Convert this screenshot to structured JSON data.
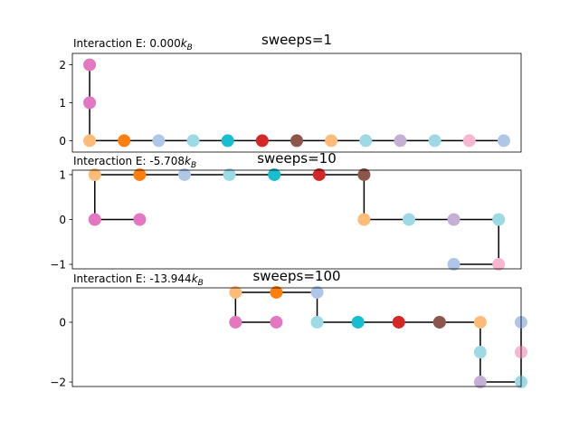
{
  "chart_data": [
    {
      "type": "scatter",
      "title": "sweeps=1",
      "energy_label": "Interaction E: 0.000",
      "energy_unit_base": "k",
      "energy_unit_sub": "B",
      "xlim": [
        -0.5,
        12.5
      ],
      "ylim": [
        -0.3,
        2.3
      ],
      "yticks": [
        "0",
        "1",
        "2"
      ],
      "ytick_values": [
        0,
        1,
        2
      ],
      "points": [
        {
          "x": 0,
          "y": 2,
          "color": "#e377c2"
        },
        {
          "x": 0,
          "y": 1,
          "color": "#e377c2"
        },
        {
          "x": 0,
          "y": 0,
          "color": "#ffbb78"
        },
        {
          "x": 1,
          "y": 0,
          "color": "#ff7f0e"
        },
        {
          "x": 2,
          "y": 0,
          "color": "#aec7e8"
        },
        {
          "x": 3,
          "y": 0,
          "color": "#9edae5"
        },
        {
          "x": 4,
          "y": 0,
          "color": "#17becf"
        },
        {
          "x": 5,
          "y": 0,
          "color": "#d62728"
        },
        {
          "x": 6,
          "y": 0,
          "color": "#8c564b"
        },
        {
          "x": 7,
          "y": 0,
          "color": "#ffbb78"
        },
        {
          "x": 8,
          "y": 0,
          "color": "#9edae5"
        },
        {
          "x": 9,
          "y": 0,
          "color": "#c5b0d5"
        },
        {
          "x": 10,
          "y": 0,
          "color": "#9edae5"
        },
        {
          "x": 11,
          "y": 0,
          "color": "#f7b6d2"
        },
        {
          "x": 12,
          "y": 0,
          "color": "#aec7e8"
        }
      ]
    },
    {
      "type": "scatter",
      "title": "sweeps=10",
      "energy_label": "Interaction E: -5.708",
      "energy_unit_base": "k",
      "energy_unit_sub": "B",
      "xlim": [
        -0.5,
        9.5
      ],
      "ylim": [
        -1.1,
        1.1
      ],
      "yticks": [
        "−1",
        "0",
        "1"
      ],
      "ytick_values": [
        -1,
        0,
        1
      ],
      "points": [
        {
          "x": 1,
          "y": 0,
          "color": "#e377c2"
        },
        {
          "x": 0,
          "y": 0,
          "color": "#e377c2"
        },
        {
          "x": 0,
          "y": 1,
          "color": "#ffbb78"
        },
        {
          "x": 1,
          "y": 1,
          "color": "#ff7f0e"
        },
        {
          "x": 2,
          "y": 1,
          "color": "#aec7e8"
        },
        {
          "x": 3,
          "y": 1,
          "color": "#9edae5"
        },
        {
          "x": 4,
          "y": 1,
          "color": "#17becf"
        },
        {
          "x": 5,
          "y": 1,
          "color": "#d62728"
        },
        {
          "x": 6,
          "y": 1,
          "color": "#8c564b"
        },
        {
          "x": 6,
          "y": 0,
          "color": "#ffbb78"
        },
        {
          "x": 7,
          "y": 0,
          "color": "#9edae5"
        },
        {
          "x": 8,
          "y": 0,
          "color": "#c5b0d5"
        },
        {
          "x": 9,
          "y": 0,
          "color": "#9edae5"
        },
        {
          "x": 9,
          "y": -1,
          "color": "#f7b6d2"
        },
        {
          "x": 8,
          "y": -1,
          "color": "#aec7e8"
        }
      ]
    },
    {
      "type": "scatter",
      "title": "sweeps=100",
      "energy_label": "Interaction E: -13.944",
      "energy_unit_base": "k",
      "energy_unit_sub": "B",
      "xlim": [
        -4.0,
        7.0
      ],
      "ylim": [
        -2.15,
        1.15
      ],
      "yticks": [
        "−2",
        "0"
      ],
      "ytick_values": [
        -2,
        0
      ],
      "points": [
        {
          "x": 1,
          "y": 0,
          "color": "#e377c2"
        },
        {
          "x": 0,
          "y": 0,
          "color": "#e377c2"
        },
        {
          "x": 0,
          "y": 1,
          "color": "#ffbb78"
        },
        {
          "x": 1,
          "y": 1,
          "color": "#ff7f0e"
        },
        {
          "x": 2,
          "y": 1,
          "color": "#aec7e8"
        },
        {
          "x": 2,
          "y": 0,
          "color": "#9edae5"
        },
        {
          "x": 3,
          "y": 0,
          "color": "#17becf"
        },
        {
          "x": 4,
          "y": 0,
          "color": "#d62728"
        },
        {
          "x": 5,
          "y": 0,
          "color": "#8c564b"
        },
        {
          "x": 6,
          "y": 0,
          "color": "#ffbb78"
        },
        {
          "x": 6,
          "y": -1,
          "color": "#9edae5"
        },
        {
          "x": 6,
          "y": -2,
          "color": "#c5b0d5"
        },
        {
          "x": 7,
          "y": -2,
          "color": "#9edae5"
        },
        {
          "x": 7,
          "y": -1,
          "color": "#f7b6d2"
        },
        {
          "x": 7,
          "y": 0,
          "color": "#aec7e8"
        }
      ]
    }
  ]
}
